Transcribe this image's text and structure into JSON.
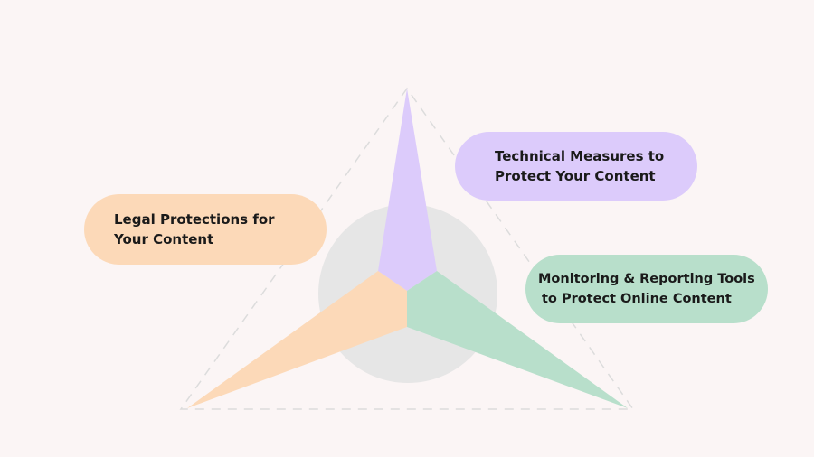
{
  "diagram": {
    "colors": {
      "background": "#fbf5f5",
      "circle": "#e6e6e6",
      "outline": "#d9d9d9",
      "legal": "#fcd9b8",
      "technical": "#dccbfb",
      "monitoring": "#b8dfcb"
    },
    "nodes": {
      "legal": {
        "line1": "Legal Protections for",
        "line2": "Your Content"
      },
      "technical": {
        "line1": "Technical Measures to",
        "line2": "Protect Your Content"
      },
      "monitoring": {
        "line1": "Monitoring & Reporting Tools",
        "line2": "to Protect Online Content"
      }
    }
  }
}
